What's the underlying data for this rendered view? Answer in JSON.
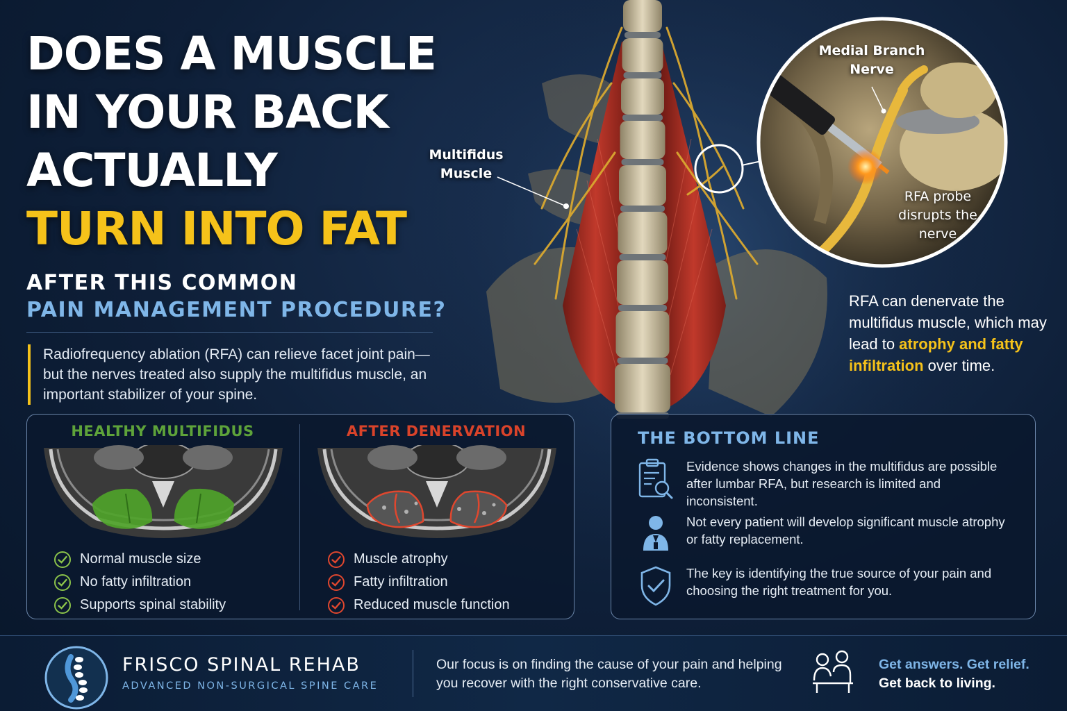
{
  "headline": {
    "line1": "DOES A MUSCLE",
    "line2": "IN YOUR BACK",
    "line3": "ACTUALLY",
    "line4": "TURN INTO FAT",
    "sub1": "AFTER THIS COMMON",
    "sub2": "PAIN MANAGEMENT PROCEDURE?"
  },
  "intro": "Radiofrequency ablation (RFA) can relieve facet joint pain—but the nerves treated also supply the multifidus muscle, an important stabilizer of your spine.",
  "callouts": {
    "multifidus_line1": "Multifidus",
    "multifidus_line2": "Muscle",
    "medial_line1": "Medial Branch",
    "medial_line2": "Nerve",
    "probe_line1": "RFA probe",
    "probe_line2": "disrupts the",
    "probe_line3": "nerve"
  },
  "rfa_note": {
    "before": "RFA can denervate the multifidus muscle, which may lead to ",
    "highlight": "atrophy and fatty infiltration",
    "after": " over time."
  },
  "compare": {
    "healthy": {
      "title": "HEALTHY MULTIFIDUS",
      "items": [
        "Normal muscle size",
        "No fatty infiltration",
        "Supports spinal stability"
      ]
    },
    "denervated": {
      "title": "AFTER DENERVATION",
      "items": [
        "Muscle atrophy",
        "Fatty infiltration",
        "Reduced muscle function"
      ]
    }
  },
  "bottom_line": {
    "title": "THE BOTTOM LINE",
    "items": [
      {
        "icon": "clipboard-search-icon",
        "text": "Evidence shows changes in the multifidus are possible after lumbar RFA, but research is limited and inconsistent."
      },
      {
        "icon": "patient-icon",
        "text": "Not every patient will develop significant muscle atrophy or fatty replacement."
      },
      {
        "icon": "shield-check-icon",
        "text": "The key is identifying the true source of your pain and choosing the right treatment for you."
      }
    ]
  },
  "footer": {
    "brand": "FRISCO SPINAL REHAB",
    "tagline": "ADVANCED NON-SURGICAL SPINE CARE",
    "focus": "Our focus is on finding the cause of your pain and helping you recover with the right conservative care.",
    "cta1": "Get answers. Get relief.",
    "cta2": "Get back to living."
  },
  "colors": {
    "gold": "#f5c21a",
    "light_blue": "#7fb6e8",
    "healthy_green": "#5ea33a",
    "denervated_red": "#d9432a",
    "background_navy": "#0e1f38"
  }
}
